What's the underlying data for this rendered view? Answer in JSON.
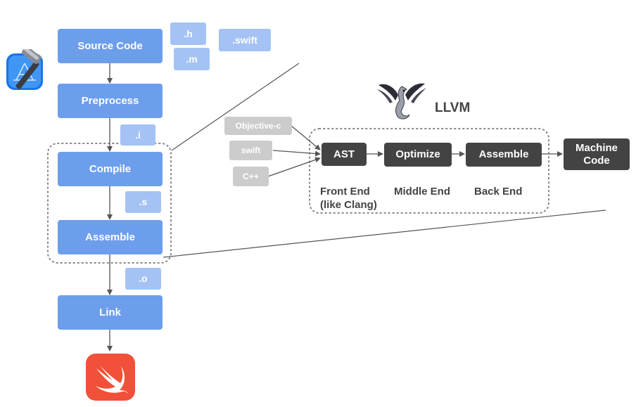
{
  "pipeline": {
    "source_code": "Source Code",
    "preprocess": "Preprocess",
    "compile": "Compile",
    "assemble": "Assemble",
    "link": "Link"
  },
  "files": {
    "h": ".h",
    "m": ".m",
    "swift": ".swift",
    "i": ".i",
    "s": ".s",
    "o": ".o"
  },
  "llvm": {
    "title": "LLVM",
    "inputs": [
      "Objective-c",
      "swift",
      "C++"
    ],
    "ast": "AST",
    "optimize": "Optimize",
    "assemble": "Assemble",
    "machine_code": "Machine Code",
    "front_end": "Front End (like Clang)",
    "middle_end": "Middle End",
    "back_end": "Back End"
  },
  "icons": {
    "xcode": "xcode-icon",
    "swift": "swift-logo-icon",
    "llvm": "llvm-dragon-icon"
  },
  "colors": {
    "stage_blue": "#6d9eeb",
    "file_blue": "#a4c2f4",
    "input_gray": "#cccccc",
    "llvm_dark": "#434343",
    "swift_orange": "#f05138"
  }
}
